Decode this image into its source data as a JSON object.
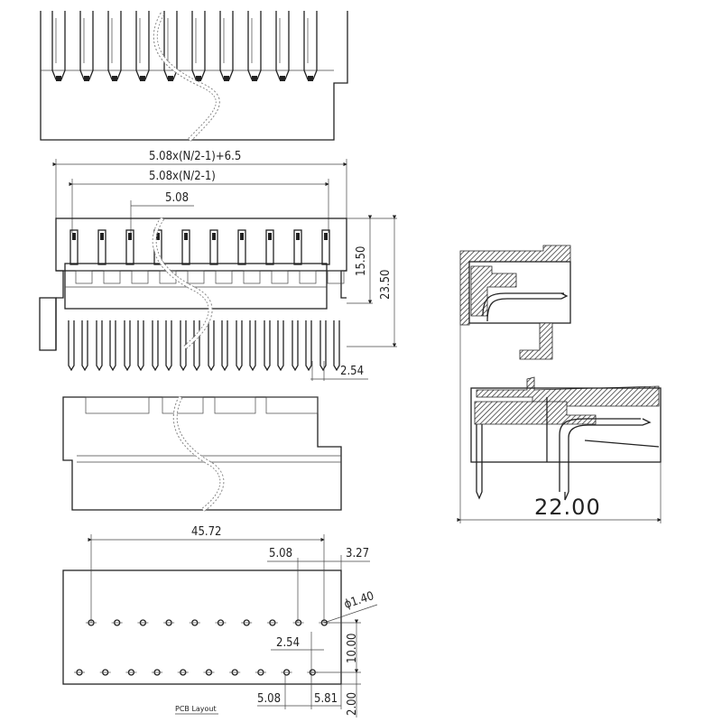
{
  "dimensions": {
    "overall_width_formula": "5.08x(N/2-1)+6.5",
    "pin_span_formula": "5.08x(N/2-1)",
    "pitch": "5.08",
    "height_upper": "15.50",
    "height_total": "23.50",
    "pin_offset": "2.54",
    "side_depth": "22.00"
  },
  "pcb_layout": {
    "label": "PCB Layout",
    "span": "45.72",
    "pitch_top": "5.08",
    "edge_top": "3.27",
    "hole_diameter": "ϕ1.40",
    "row_offset": "2.54",
    "row_spacing": "10.00",
    "pitch_bottom": "5.08",
    "edge_bottom": "5.81",
    "edge_margin": "2.00"
  }
}
